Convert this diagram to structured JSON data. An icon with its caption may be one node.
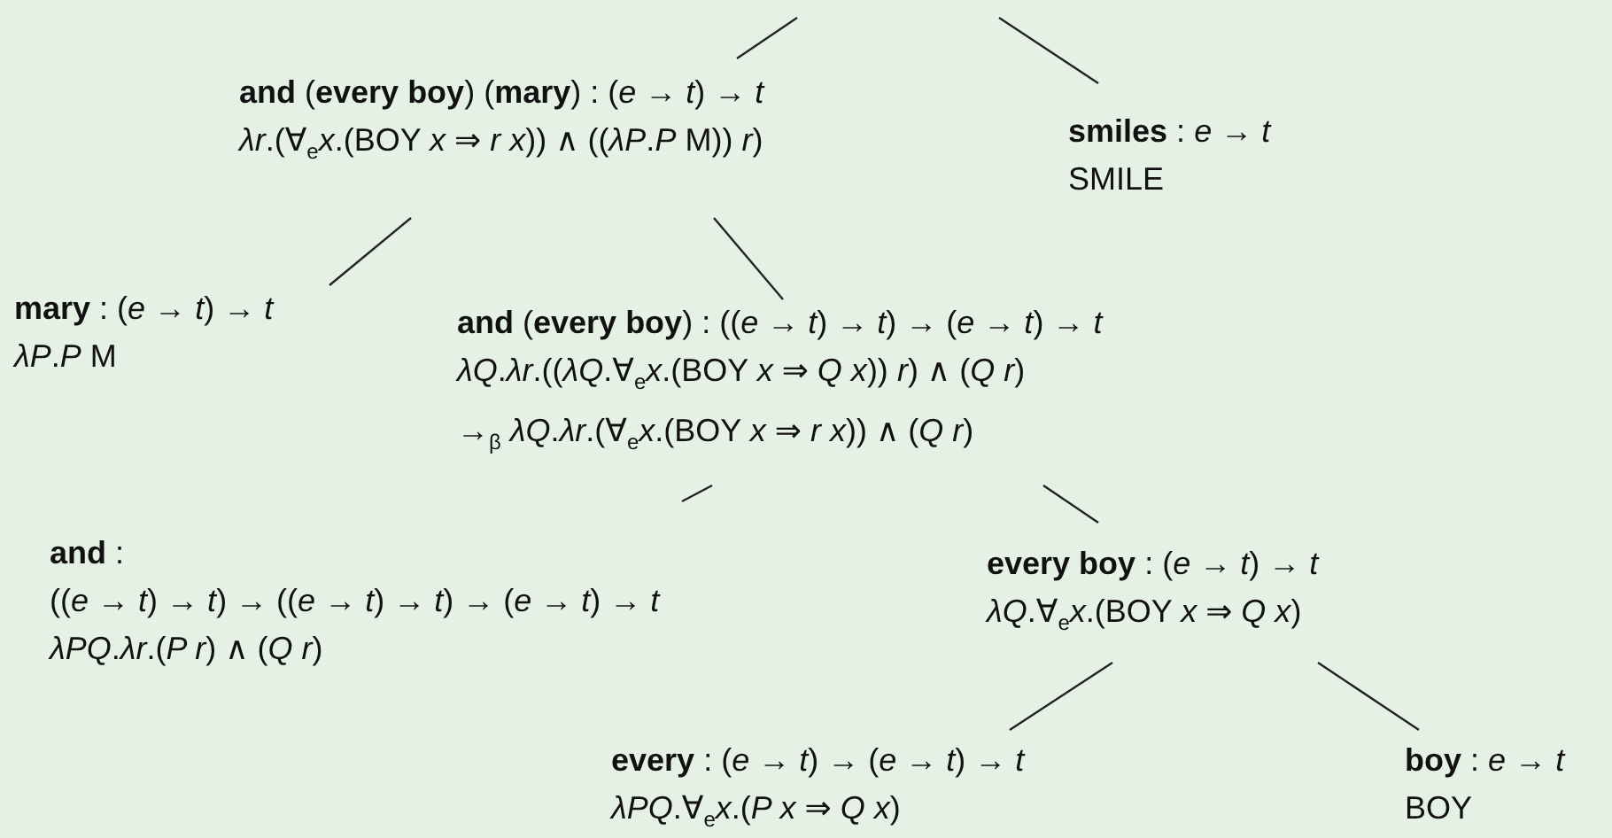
{
  "diagram": {
    "nodes": [
      {
        "text": [
          "**and** (**every boy**) (**mary**) : (*e* → *t*) → *t*",
          "*λr*.(∀$_{e}$*x*.(BOY *x* ⇒ *r x*)) ∧ ((*λP*.*P* M)) *r*)"
        ]
      },
      {
        "text": [
          "**smiles** : *e* → *t*",
          "SMILE"
        ]
      },
      {
        "text": [
          "**mary** : (*e* → *t*) → *t*",
          "*λP*.*P* M"
        ]
      },
      {
        "text": [
          "**and** (**every boy**) : ((*e* → *t*) → *t*) → (*e* → *t*) → *t*",
          "*λQ*.*λr*.((*λQ*.∀$_{e}$*x*.(BOY *x* ⇒ *Q x*)) *r*) ∧ (*Q r*)",
          "→$_{β}$ *λQ*.*λr*.(∀$_{e}$*x*.(BOY *x* ⇒ *r x*)) ∧ (*Q r*)"
        ]
      },
      {
        "text": [
          "**and** :",
          "((*e* → *t*) → *t*) → ((*e* → *t*) → *t*) → (*e* → *t*) → *t*",
          "*λPQ*.*λr*.(*P r*) ∧ (*Q r*)"
        ]
      },
      {
        "text": [
          "**every boy** : (*e* → *t*) → *t*",
          "*λQ*.∀$_{e}$*x*.(BOY *x* ⇒ *Q x*)"
        ]
      },
      {
        "text": [
          "**every** : (*e* → *t*) → (*e* → *t*) → *t*",
          "*λPQ*.∀$_{e}$*x*.(*P x* ⇒ *Q x*)"
        ]
      },
      {
        "text": [
          "**boy** : *e* → *t*",
          "BOY"
        ]
      }
    ],
    "edges": [
      {
        "from": null,
        "to": 0,
        "arrow": "none"
      },
      {
        "from": null,
        "to": 1,
        "arrow": "none"
      },
      {
        "from": 0,
        "to": 2,
        "arrow": "none"
      },
      {
        "from": 0,
        "to": 3,
        "arrow": "none"
      },
      {
        "from": 3,
        "to": 4,
        "arrow": "none"
      },
      {
        "from": 3,
        "to": 5,
        "arrow": "none"
      },
      {
        "from": 5,
        "to": 6,
        "arrow": "none"
      },
      {
        "from": 5,
        "to": 7,
        "arrow": "none"
      }
    ]
  }
}
